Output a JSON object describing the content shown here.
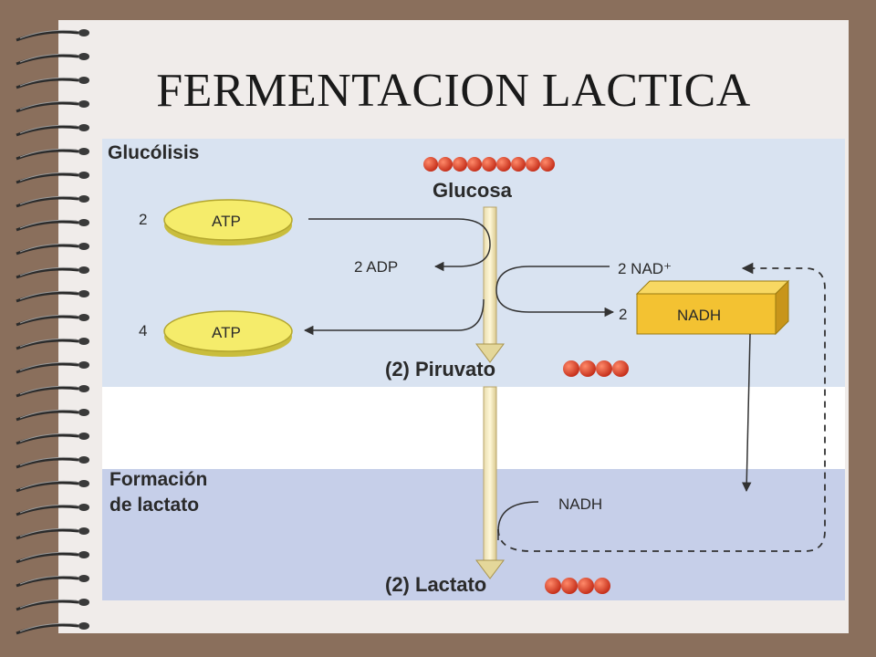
{
  "slide": {
    "title": "FERMENTACION LACTICA"
  },
  "diagram": {
    "section_glycolysis": "Glucólisis",
    "section_lactate_line1": "Formación",
    "section_lactate_line2": "de lactato",
    "glucose": "Glucosa",
    "pyruvate": "(2) Piruvato",
    "lactate": "(2) Lactato",
    "atp_top_coef": "2",
    "atp_top": "ATP",
    "atp_bottom_coef": "4",
    "atp_bottom": "ATP",
    "adp": "2 ADP",
    "nad_plus": "2 NAD⁺",
    "nadh_box_coef": "2",
    "nadh_box": "NADH",
    "nadh_return": "NADH"
  },
  "colors": {
    "page_border": "#8a6f5c",
    "slide_bg": "#f0ecea",
    "panel_blue": "#d9e3f1",
    "panel_lilac": "#c6cfe9",
    "atp_yellow": "#f5ec6b",
    "nadh_orange": "#f3c232",
    "molecule_red": "#e0402a"
  }
}
